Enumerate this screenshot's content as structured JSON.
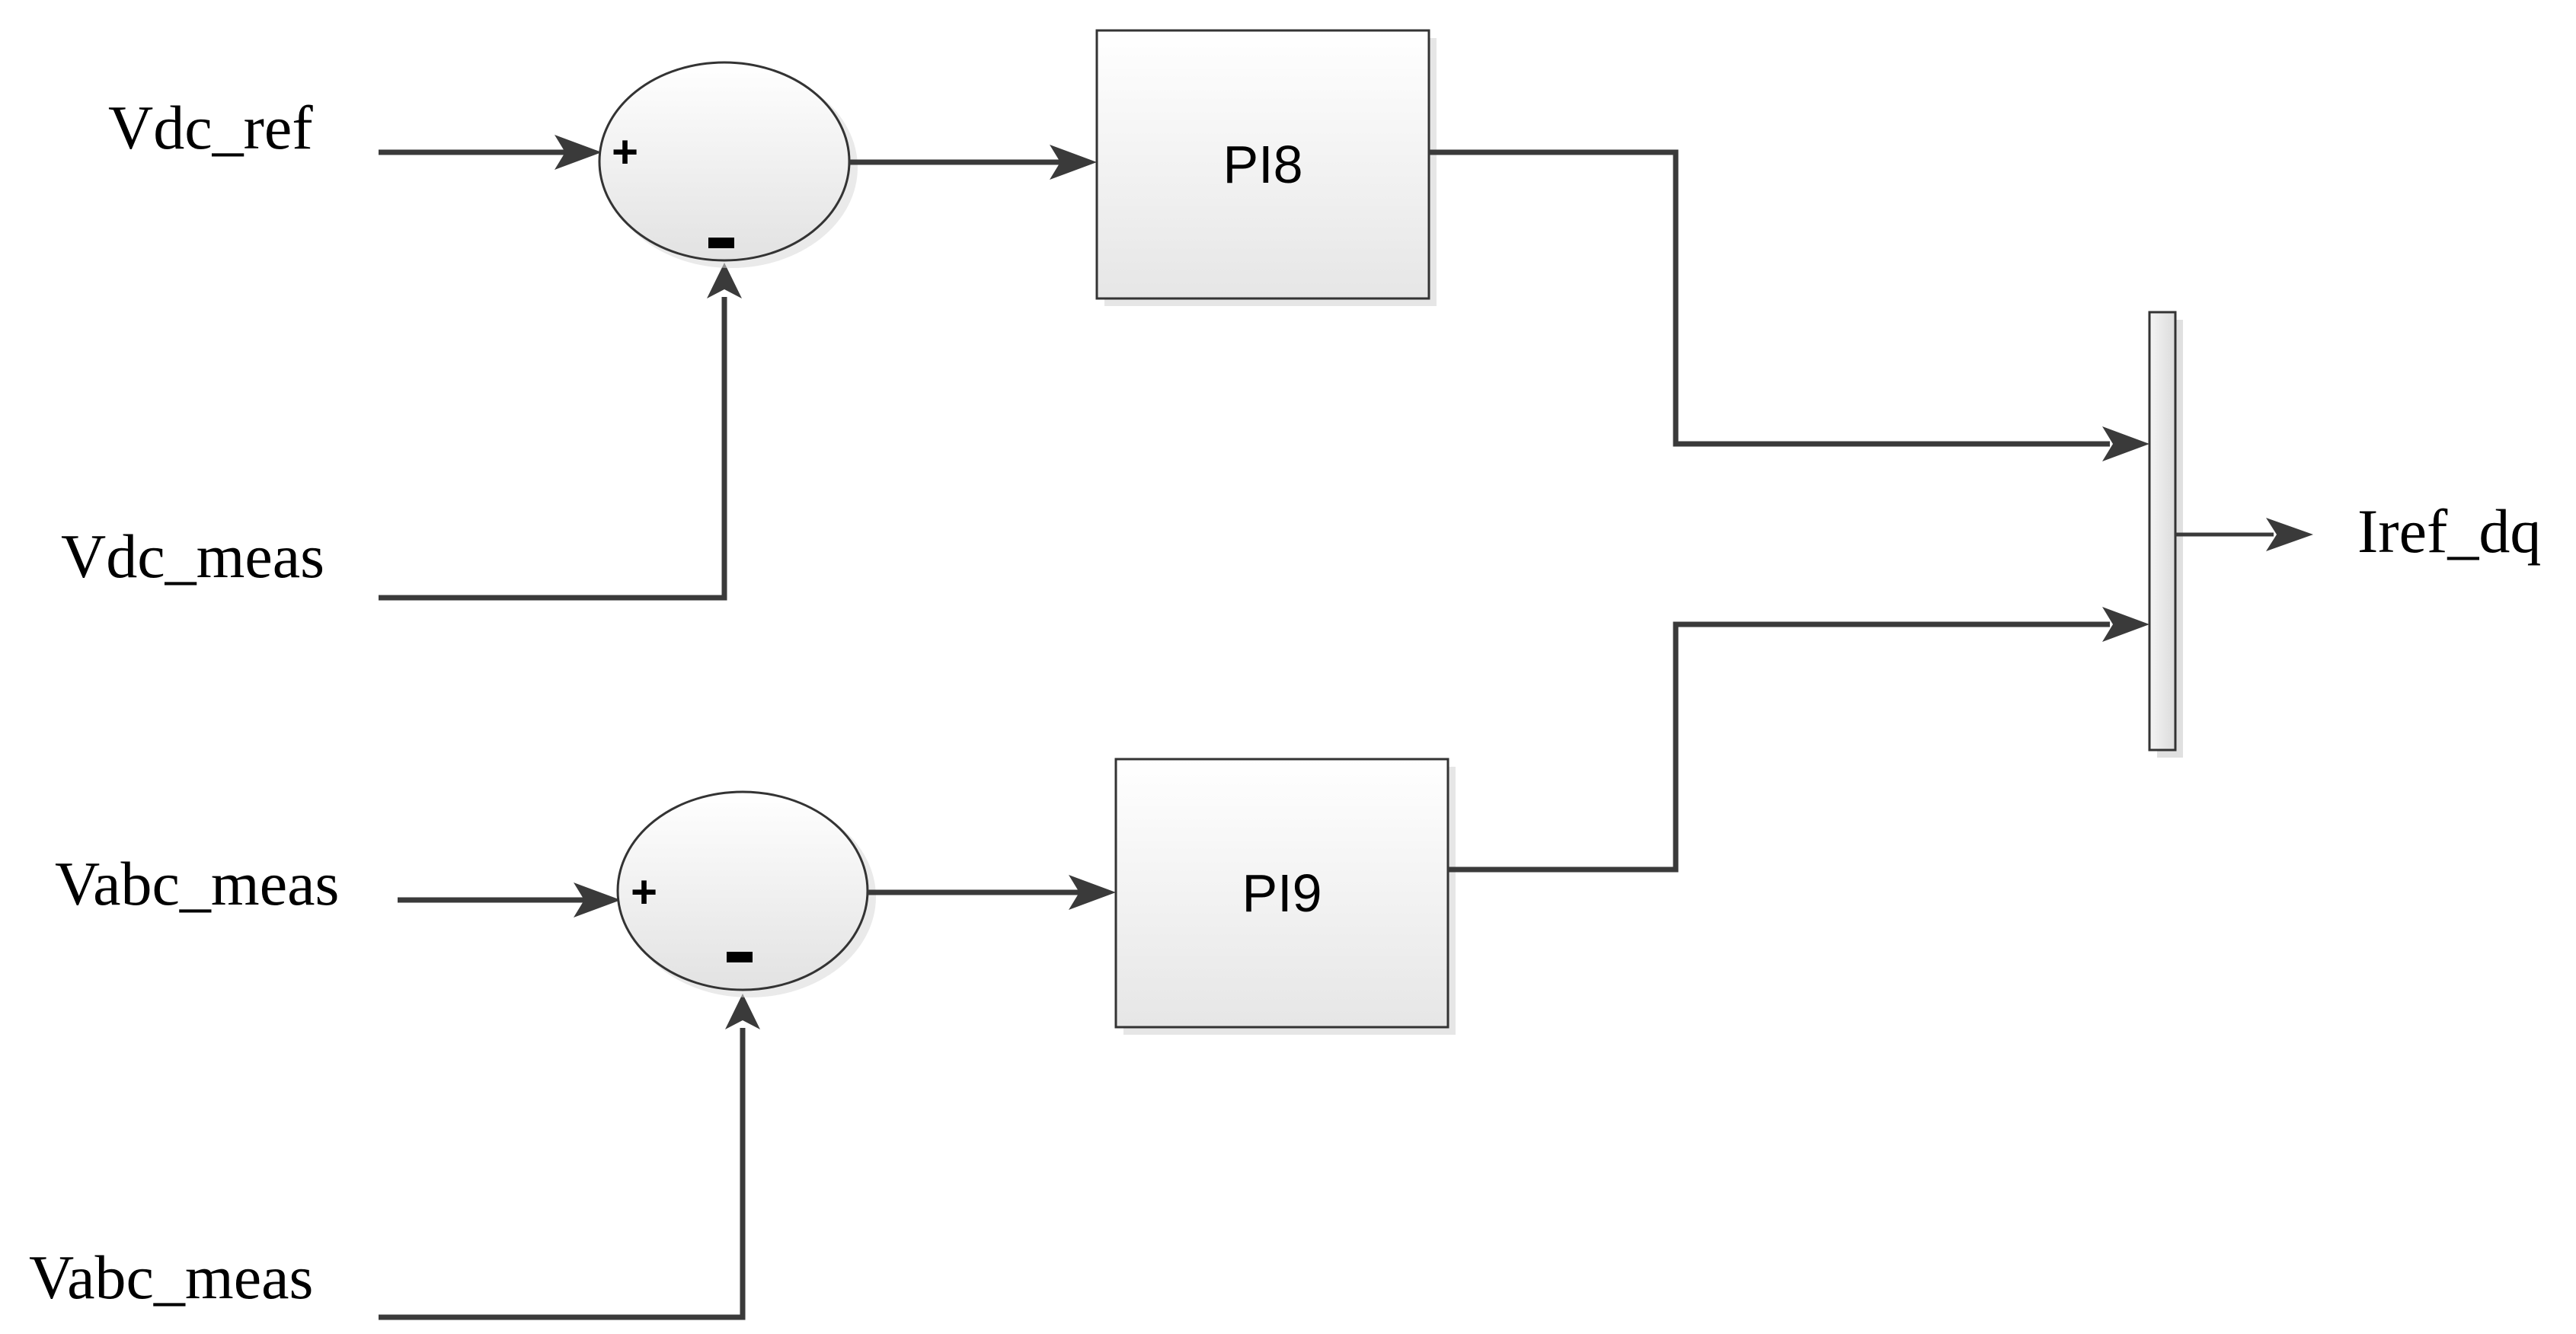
{
  "signals": {
    "vdc_ref": "Vdc_ref",
    "vdc_meas": "Vdc_meas",
    "vabc_meas_plus": "Vabc_meas",
    "vabc_meas_minus": "Vabc_meas",
    "output": "Iref_dq"
  },
  "blocks": {
    "pi_top": "PI8",
    "pi_bottom": "PI9"
  },
  "summing_junctions": {
    "top": {
      "plus": "+",
      "minus": "-"
    },
    "bottom": {
      "plus": "+",
      "minus": "-"
    }
  },
  "colors": {
    "wire": "#3a3a3a",
    "block_fill_top": "#ffffff",
    "block_fill_bottom": "#e4e4e4",
    "outline": "#333333"
  }
}
